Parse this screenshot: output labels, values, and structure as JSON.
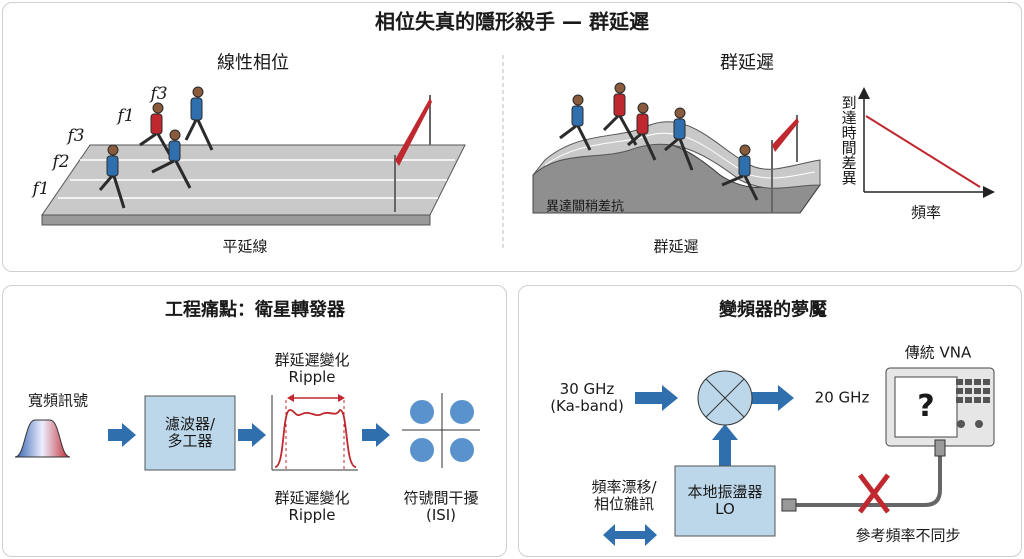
{
  "title": "相位失真的隱形殺手 — 群延遲",
  "top": {
    "left_heading": "線性相位",
    "right_heading": "群延遲",
    "freq_labels": [
      "f3",
      "f1",
      "f3",
      "f2",
      "f1"
    ],
    "left_caption": "平延線",
    "right_caption": "群延遲",
    "terrain_label": "異達關稍差抗",
    "graph": {
      "ylabel": "到達時間差異",
      "xlabel": "頻率"
    }
  },
  "bottom_left": {
    "heading": "工程痛點：衛星轉發器",
    "signal_label": "寬頻訊號",
    "filter_box": [
      "濾波器/",
      "多工器"
    ],
    "ripple_top": [
      "群延遲變化",
      "Ripple"
    ],
    "ripple_bottom": [
      "群延遲變化",
      "Ripple"
    ],
    "isi": [
      "符號間干擾",
      "(ISI)"
    ]
  },
  "bottom_right": {
    "heading": "變頻器的夢魘",
    "input": [
      "30 GHz",
      "(Ka-band)"
    ],
    "output": "20 GHz",
    "vna_label": "傳統 VNA",
    "vna_screen": "?",
    "lo_box": [
      "本地振盪器",
      "LO"
    ],
    "lo_issue": [
      "頻率漂移/",
      "相位雜訊"
    ],
    "sync_issue": "參考頻率不同步"
  },
  "colors": {
    "blue": "#2f6fae",
    "red": "#c0282f",
    "box": "#bcd7ea"
  }
}
